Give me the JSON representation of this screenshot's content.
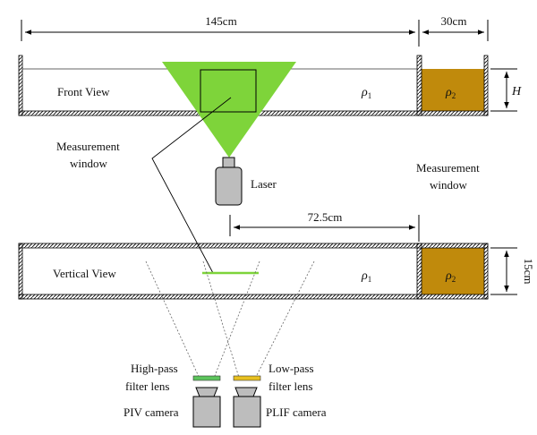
{
  "dimensions": {
    "tank_length": "145cm",
    "reservoir_length": "30cm",
    "half_length": "72.5cm",
    "height_symbol": "H",
    "width": "15cm"
  },
  "front_view": {
    "label": "Front View",
    "density_left": "ρ",
    "density_left_sub": "1",
    "density_right": "ρ",
    "density_right_sub": "2"
  },
  "vertical_view": {
    "label": "Vertical View",
    "density_left": "ρ",
    "density_left_sub": "1",
    "density_right": "ρ",
    "density_right_sub": "2"
  },
  "annotations": {
    "measurement_window_left_line1": "Measurement",
    "measurement_window_left_line2": "window",
    "measurement_window_right_line1": "Measurement",
    "measurement_window_right_line2": "window",
    "laser": "Laser"
  },
  "optics": {
    "high_pass_line1": "High-pass",
    "high_pass_line2": "filter lens",
    "low_pass_line1": "Low-pass",
    "low_pass_line2": "filter lens",
    "piv_camera": "PIV camera",
    "plif_camera": "PLIF camera"
  },
  "colors": {
    "laser_sheet": "#7ed43a",
    "dense_fluid": "#c08a0c",
    "high_pass_filter": "#5cc45c",
    "low_pass_filter": "#e8c020",
    "camera_body": "#bdbdbd"
  }
}
